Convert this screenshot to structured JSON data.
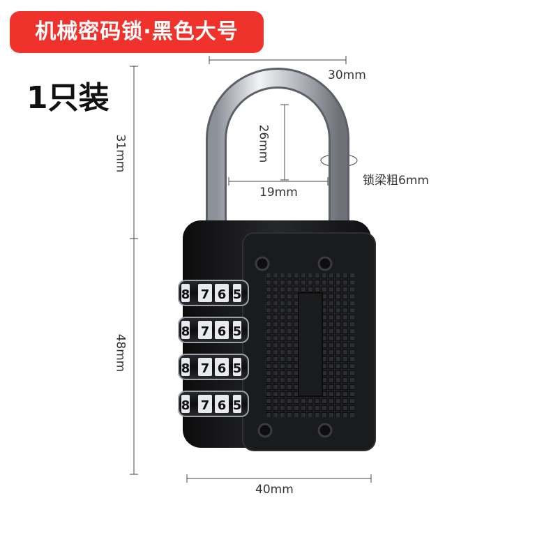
{
  "banner": {
    "text": "机械密码锁·黑色大号"
  },
  "quantity": {
    "text": "1只装"
  },
  "dimensions": {
    "shackle_outer_width": "30mm",
    "shackle_height": "26mm",
    "shackle_inner_width": "19mm",
    "shackle_thickness": "锁梁粗6mm",
    "shackle_total_height": "31mm",
    "body_height": "48mm",
    "body_width": "40mm"
  },
  "dials": {
    "digits": [
      "8",
      "7",
      "6",
      "5"
    ],
    "count": 4
  },
  "colors": {
    "banner": "#f0322d",
    "body": "#1b1b1d",
    "shackle": "#c9ccd1"
  }
}
